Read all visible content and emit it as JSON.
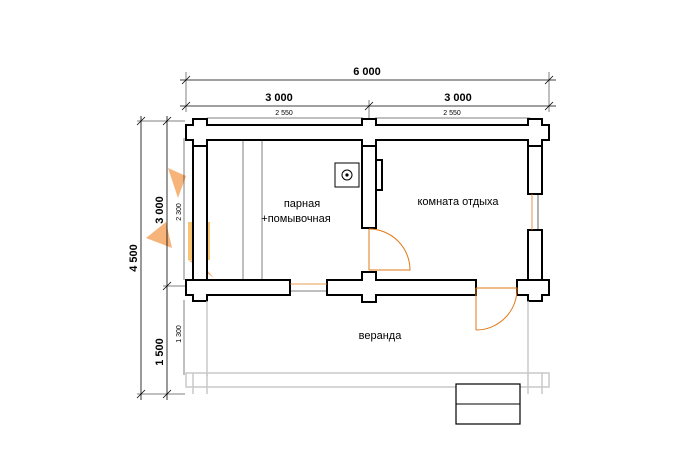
{
  "dimensions": {
    "total_width": "6 000",
    "left_module": "3 000",
    "right_module": "3 000",
    "left_inner": "2 550",
    "right_inner": "2 550",
    "total_depth": "4 500",
    "rooms_depth": "3 000",
    "rooms_inner_depth": "2 300",
    "veranda_depth": "1 500",
    "veranda_inner_depth": "1 300"
  },
  "rooms": {
    "steam_room_line1": "парная",
    "steam_room_line2": "+помывочная",
    "rest_room": "комната отдыха",
    "veranda": "веранда"
  },
  "colors": {
    "wall_outline": "#000000",
    "door_swing": "#e07a1a",
    "watermark": "#f39a4e",
    "porch_rail": "#c8c8c8"
  }
}
